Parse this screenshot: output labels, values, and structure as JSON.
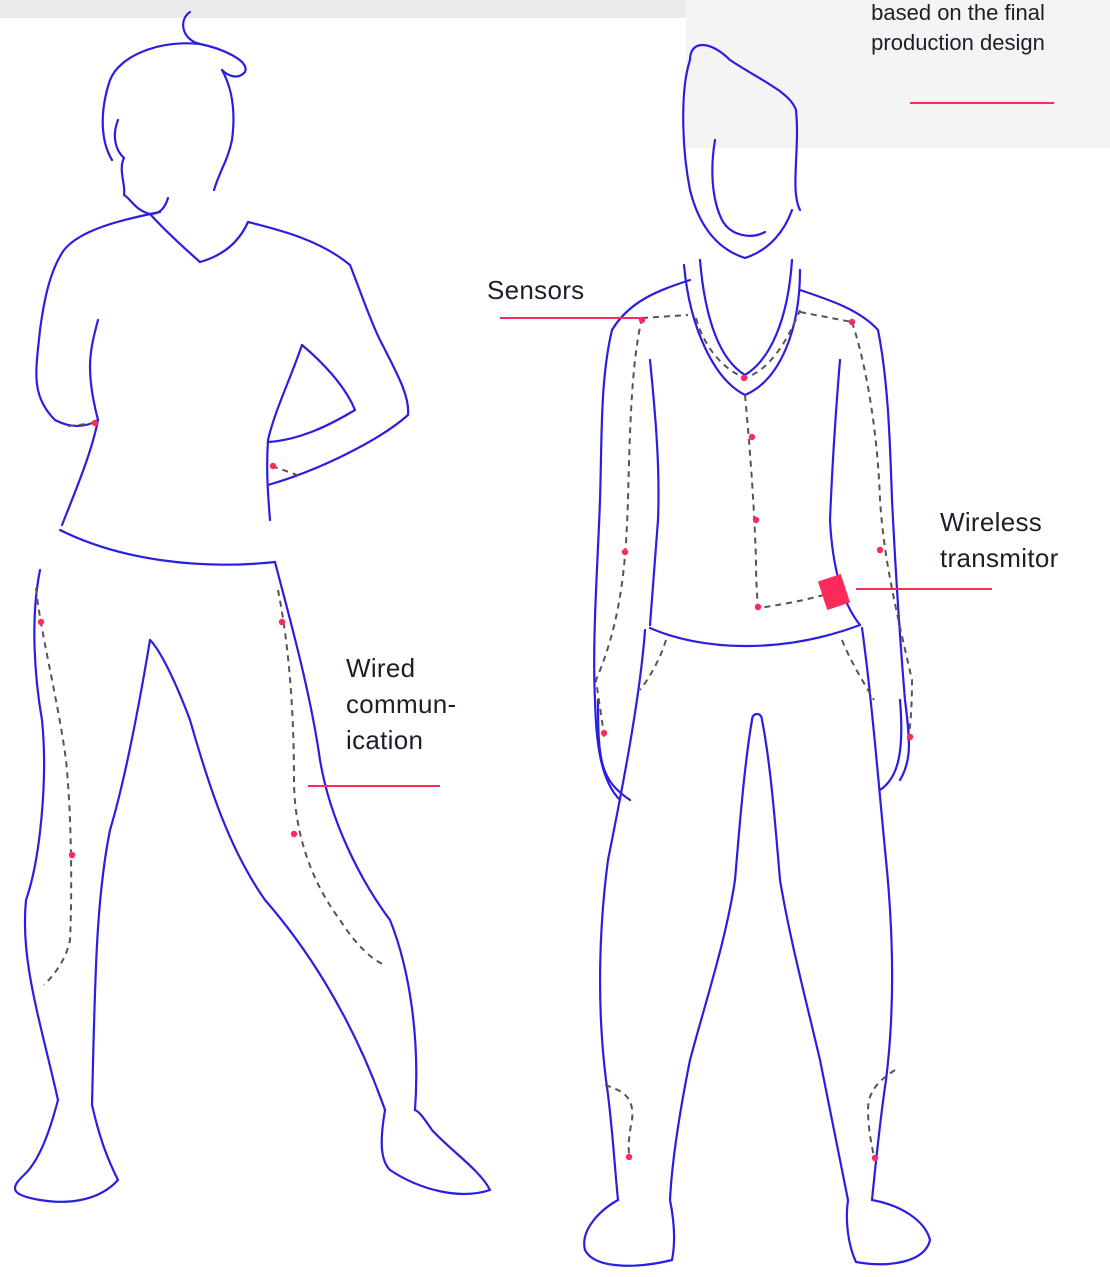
{
  "colors": {
    "outline": "#2a1fe0",
    "accent": "#ff2a5a",
    "wire": "#555555",
    "panel": "#f4f4f4"
  },
  "note": {
    "lines": [
      "based on the final",
      "production design"
    ]
  },
  "labels": {
    "sensors": "Sensors",
    "wired": [
      "Wired",
      "commun-",
      "ication"
    ],
    "wireless": [
      "Wireless",
      "transmitor"
    ]
  }
}
